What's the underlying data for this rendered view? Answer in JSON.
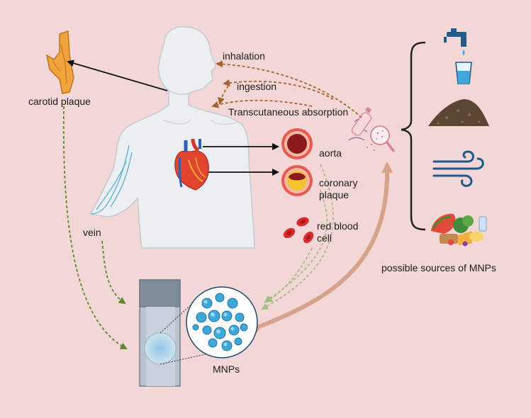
{
  "colors": {
    "background": "#f3d6d6",
    "body": "#eceff2",
    "body_outline": "#c4cad1",
    "dashed_green": "#5a8a2a",
    "dashed_brown": "#a8632c",
    "solid_arrow": "#111111",
    "big_arrow": "#d6a28a",
    "plastic_blue": "#2a9bd1",
    "bracket": "#222222"
  },
  "labels": {
    "carotid_plaque": "carotid plaque",
    "inhalation": "inhalation",
    "ingestion": "ingestion",
    "transcutaneous": "Transcutaneous absorption",
    "aorta": "aorta",
    "coronary_plaque_line1": "coronary",
    "coronary_plaque_line2": "plaque",
    "red_blood_cell_line1": "red blood",
    "red_blood_cell_line2": "cell",
    "vein": "vein",
    "mnps": "MNPs",
    "possible_sources": "possible sources of MNPs"
  },
  "icons": {
    "carotid": "carotid-plaque-icon",
    "body": "human-body-icon",
    "heart": "heart-icon",
    "aorta": "aorta-cross-section-icon",
    "coronary": "coronary-plaque-cross-section-icon",
    "rbc": "red-blood-cells-icon",
    "plastic": "plastic-waste-magnifier-icon",
    "tap": "water-tap-glass-icon",
    "soil": "soil-pile-icon",
    "wind": "wind-icon",
    "food": "food-icon",
    "sample": "sample-tube-icon",
    "mnp_zoom": "mnp-magnified-icon"
  }
}
